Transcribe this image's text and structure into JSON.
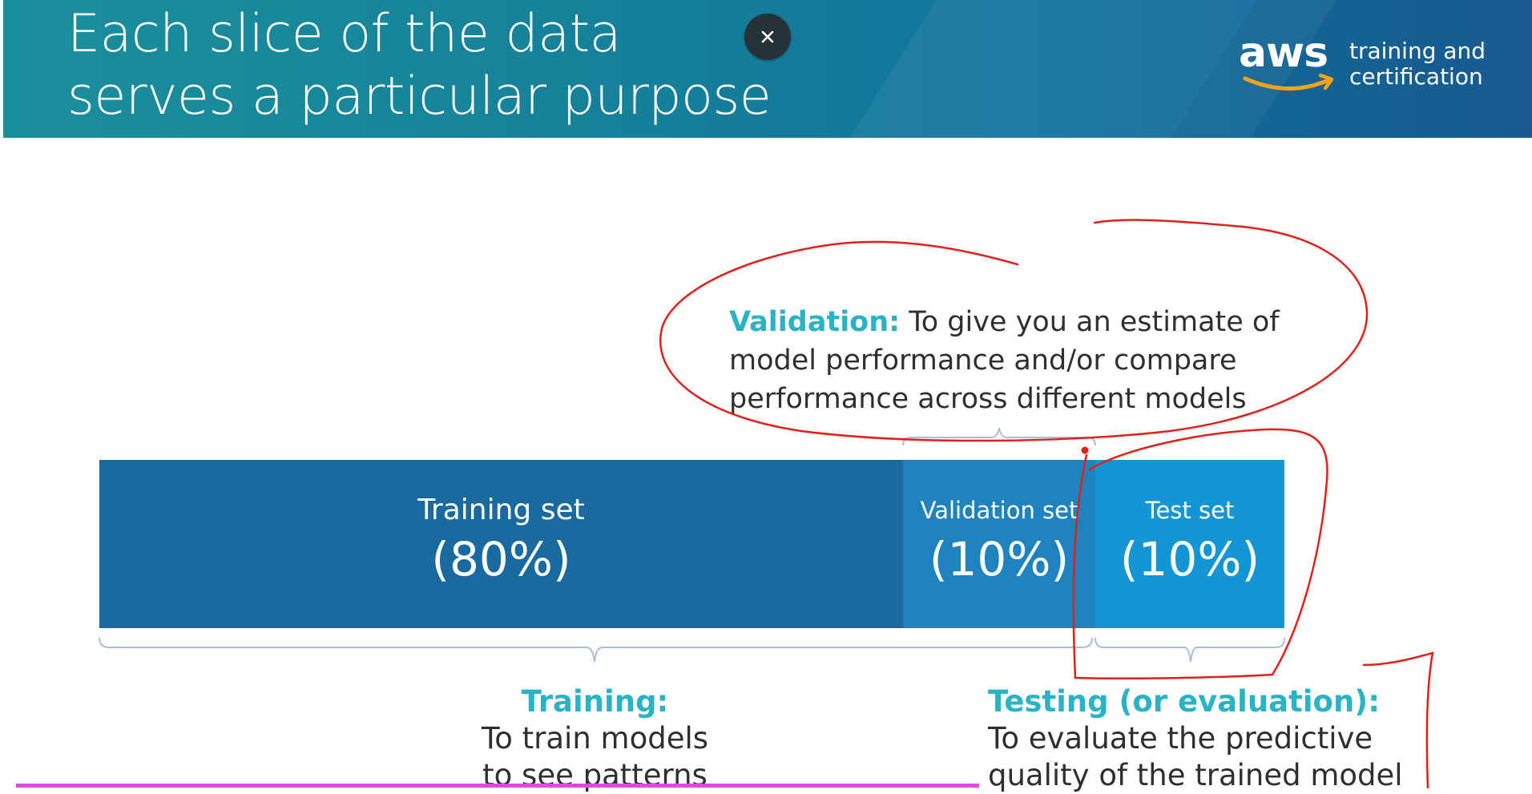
{
  "slide": {
    "title_line1": "Each slice of the data",
    "title_line2": "serves a particular purpose",
    "logo_wordmark": "aws",
    "logo_tag_line1": "training and",
    "logo_tag_line2": "certification"
  },
  "validation_note": {
    "label": "Validation:",
    "line1": " To give you an estimate of",
    "line2": "model performance and/or compare",
    "line3": "performance across different models"
  },
  "segments": [
    {
      "label": "Training set",
      "percent": "(80%)"
    },
    {
      "label": "Validation set",
      "percent": "(10%)"
    },
    {
      "label": "Test set",
      "percent": "(10%)"
    }
  ],
  "training_desc": {
    "label": "Training:",
    "line1": "To train models",
    "line2": "to see patterns"
  },
  "testing_desc": {
    "label": "Testing (or evaluation):",
    "line1": "To evaluate the predictive",
    "line2": "quality of the trained model"
  },
  "player": {
    "close_icon": "close-icon",
    "progress_fraction": 0.63
  },
  "colors": {
    "header": "#147f9a",
    "accent": "#2ab3c4",
    "training_seg": "#1a6aa0",
    "validation_seg": "#1f83bf",
    "test_seg": "#1596d4",
    "annotation": "#e0201b",
    "progress": "#d84fe0"
  }
}
